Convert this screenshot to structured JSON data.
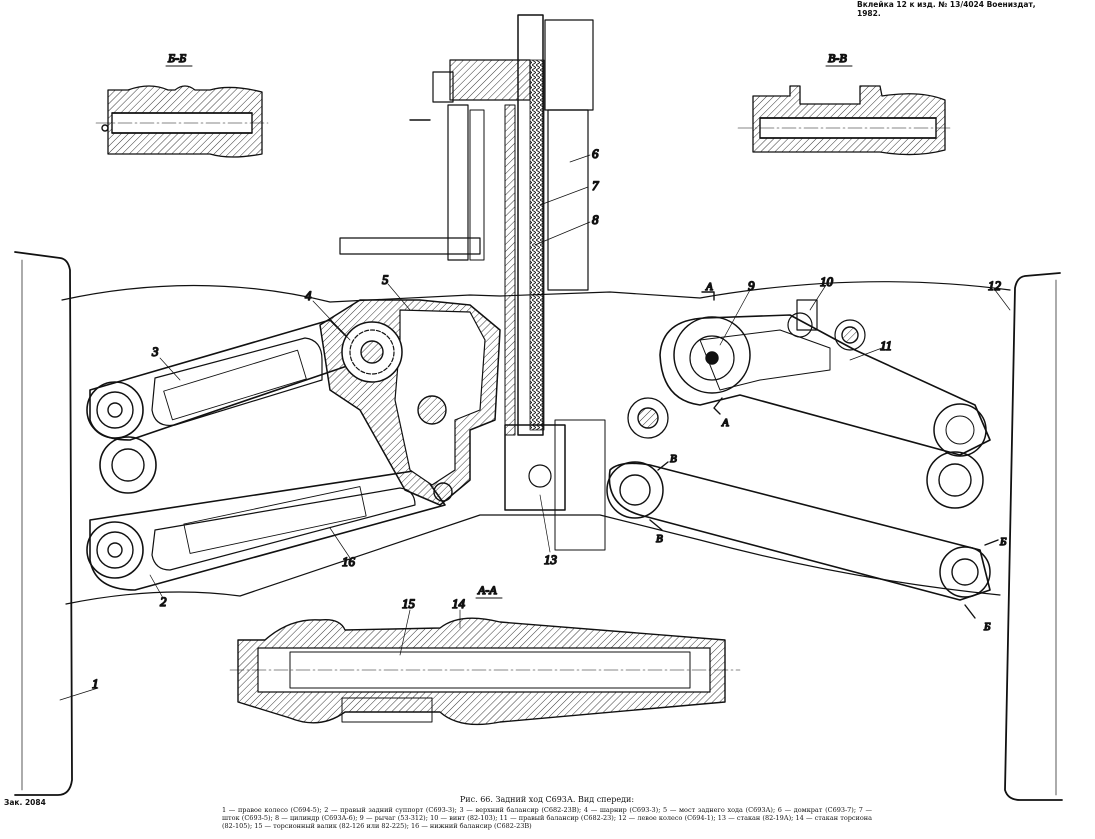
{
  "header": {
    "publisher_line1": "Вклейка 12 к изд. № 13/4024 Воениздат,",
    "publisher_line2": "1982."
  },
  "stamp": "Зак. 2084",
  "sections": {
    "bb": "Б-Б",
    "vv": "В-В",
    "aa": "А-А"
  },
  "cut_marks": {
    "a1": "А",
    "a2": "А",
    "v1": "В",
    "v2": "В",
    "b1": "Б",
    "b2": "Б"
  },
  "callouts": {
    "n1": "1",
    "n2": "2",
    "n3": "3",
    "n4": "4",
    "n5": "5",
    "n6": "6",
    "n7": "7",
    "n8": "8",
    "n9": "9",
    "n10": "10",
    "n11": "11",
    "n12": "12",
    "n13": "13",
    "n14": "14",
    "n15": "15",
    "n16": "16"
  },
  "caption": {
    "title": "Рис. 66. Задний ход С693А. Вид спереди:",
    "legend": "1 — правое колесо (С694-5); 2 — правый задний суппорт (С693-3); 3 — верхний балансир (С682-23В); 4 — шарнир (С693-3); 5 — мост заднего хода (С693А); 6 — домкрат (С693-7); 7 — шток (С693-5); 8 — цилиндр (С693А-6); 9 — рычаг (53-312); 10 — винт (82-103); 11 — правый балансир (С682-23); 12 — левое колесо (С694-1); 13 — стакан (82-19А); 14 — стакан торсиона (82-105); 15 — торсионный валик (82-126 или 82-225); 16 — нижний балансир (С682-23В)"
  }
}
